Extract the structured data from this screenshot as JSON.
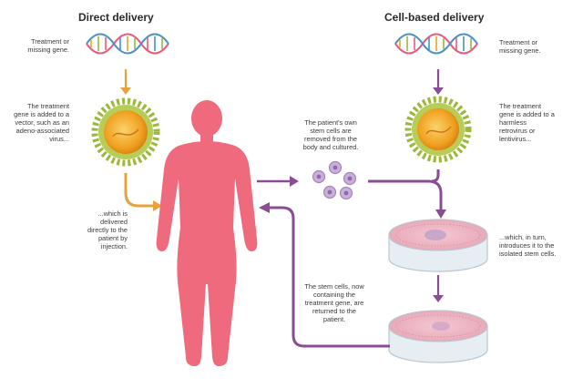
{
  "titles": {
    "left": "Direct delivery",
    "right": "Cell-based delivery"
  },
  "labels": {
    "left_gene": "Treatment or missing gene.",
    "left_vector": "The treatment gene is added to a vector, such as an adeno-associated virus...",
    "left_delivery": "...which is delivered directly to the patient by injection.",
    "middle_stem": "The patient's own stem cells are removed from the body and cultured.",
    "middle_return": "The stem cells, now containing the treatment gene, are returned to the patient.",
    "right_gene": "Treatment or missing gene.",
    "right_vector": "The treatment gene is added to a harmless retrovirus or lentivirus...",
    "right_intro": "...which, in turn, introduces it to the isolated stem cells."
  },
  "colors": {
    "body": "#ee6a7c",
    "left_arrow": "#e8a23a",
    "right_arrow": "#8a4d95",
    "virus_core": "#f0a020",
    "virus_spikes": "#9ab83a",
    "stem_cell": "#b79bc9",
    "dish_cells": "#e6a4b4"
  }
}
